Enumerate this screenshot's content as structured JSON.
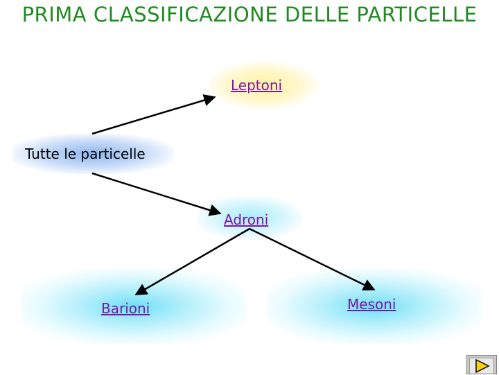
{
  "title": "PRIMA CLASSIFICAZIONE DELLE PARTICELLE",
  "nodes": {
    "leptoni": "Leptoni",
    "tutte": "Tutte le particelle",
    "adroni": "Adroni",
    "barioni": "Barioni",
    "mesoni": "Mesoni"
  },
  "edges": [
    [
      "Tutte le particelle",
      "Leptoni"
    ],
    [
      "Tutte le particelle",
      "Adroni"
    ],
    [
      "Adroni",
      "Barioni"
    ],
    [
      "Adroni",
      "Mesoni"
    ]
  ],
  "colors": {
    "title": "#1f8a1f",
    "link": "#7b16a6",
    "nav_play": "#ffd200"
  },
  "nav": {
    "icon": "play-icon"
  }
}
